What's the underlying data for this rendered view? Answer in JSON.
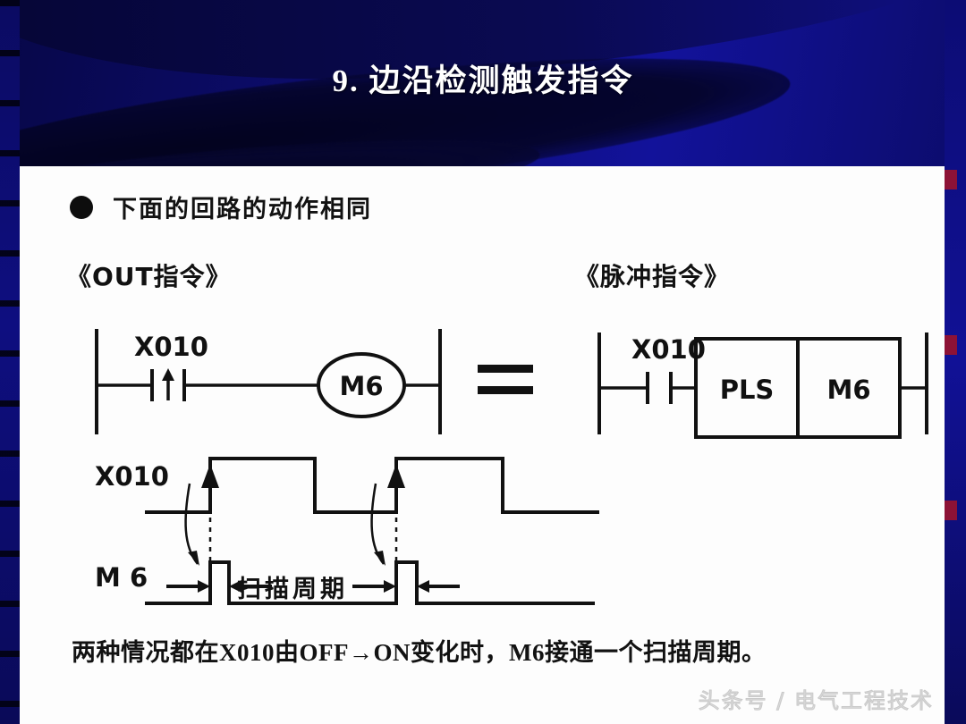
{
  "slide": {
    "title": "9.  边沿检测触发指令",
    "background_color": "#0d0d72",
    "panel_color": "#fdfdfd"
  },
  "content": {
    "bullet": {
      "marker": "filled-circle",
      "text": "下面的回路的动作相同"
    },
    "sections": [
      {
        "id": "out",
        "label": "《OUT指令》"
      },
      {
        "id": "pulse",
        "label": "《脉冲指令》"
      }
    ],
    "equals_sign": "=",
    "ladder_out": {
      "contact_label": "X010",
      "contact_type": "rising-edge",
      "coil_label": "M6"
    },
    "ladder_pulse": {
      "contact_label": "X010",
      "contact_type": "normally-open",
      "instruction": "PLS",
      "operand": "M6"
    },
    "timing": {
      "signal_1_label": "X010",
      "signal_2_label": "M 6",
      "scan_label": "扫描周期"
    },
    "caption": "两种情况都在X010由OFF→ON变化时，M6接通一个扫描周期。",
    "watermark": "头条号 / 电气工程技术"
  },
  "chart_data": {
    "type": "line",
    "title": "X010 / M6 timing diagram",
    "xlabel": "",
    "ylabel": "",
    "series": [
      {
        "name": "X010",
        "points": [
          {
            "t": 0,
            "v": 0
          },
          {
            "t": 235,
            "v": 0
          },
          {
            "t": 235,
            "v": 1
          },
          {
            "t": 352,
            "v": 1
          },
          {
            "t": 352,
            "v": 0
          },
          {
            "t": 443,
            "v": 0
          },
          {
            "t": 443,
            "v": 1
          },
          {
            "t": 562,
            "v": 1
          },
          {
            "t": 562,
            "v": 0
          },
          {
            "t": 670,
            "v": 0
          }
        ]
      },
      {
        "name": "M6",
        "points": [
          {
            "t": 0,
            "v": 0
          },
          {
            "t": 235,
            "v": 0
          },
          {
            "t": 235,
            "v": 1
          },
          {
            "t": 256,
            "v": 1
          },
          {
            "t": 256,
            "v": 0
          },
          {
            "t": 443,
            "v": 0
          },
          {
            "t": 443,
            "v": 1
          },
          {
            "t": 466,
            "v": 1
          },
          {
            "t": 466,
            "v": 0
          },
          {
            "t": 665,
            "v": 0
          }
        ]
      }
    ],
    "annotations": [
      {
        "text": "扫描周期",
        "between": [
          "M6 pulse 1 end",
          "M6 pulse 2 start"
        ]
      },
      {
        "text": "rising-edge trigger arrow 1",
        "at": 235
      },
      {
        "text": "rising-edge trigger arrow 2",
        "at": 443
      }
    ]
  }
}
